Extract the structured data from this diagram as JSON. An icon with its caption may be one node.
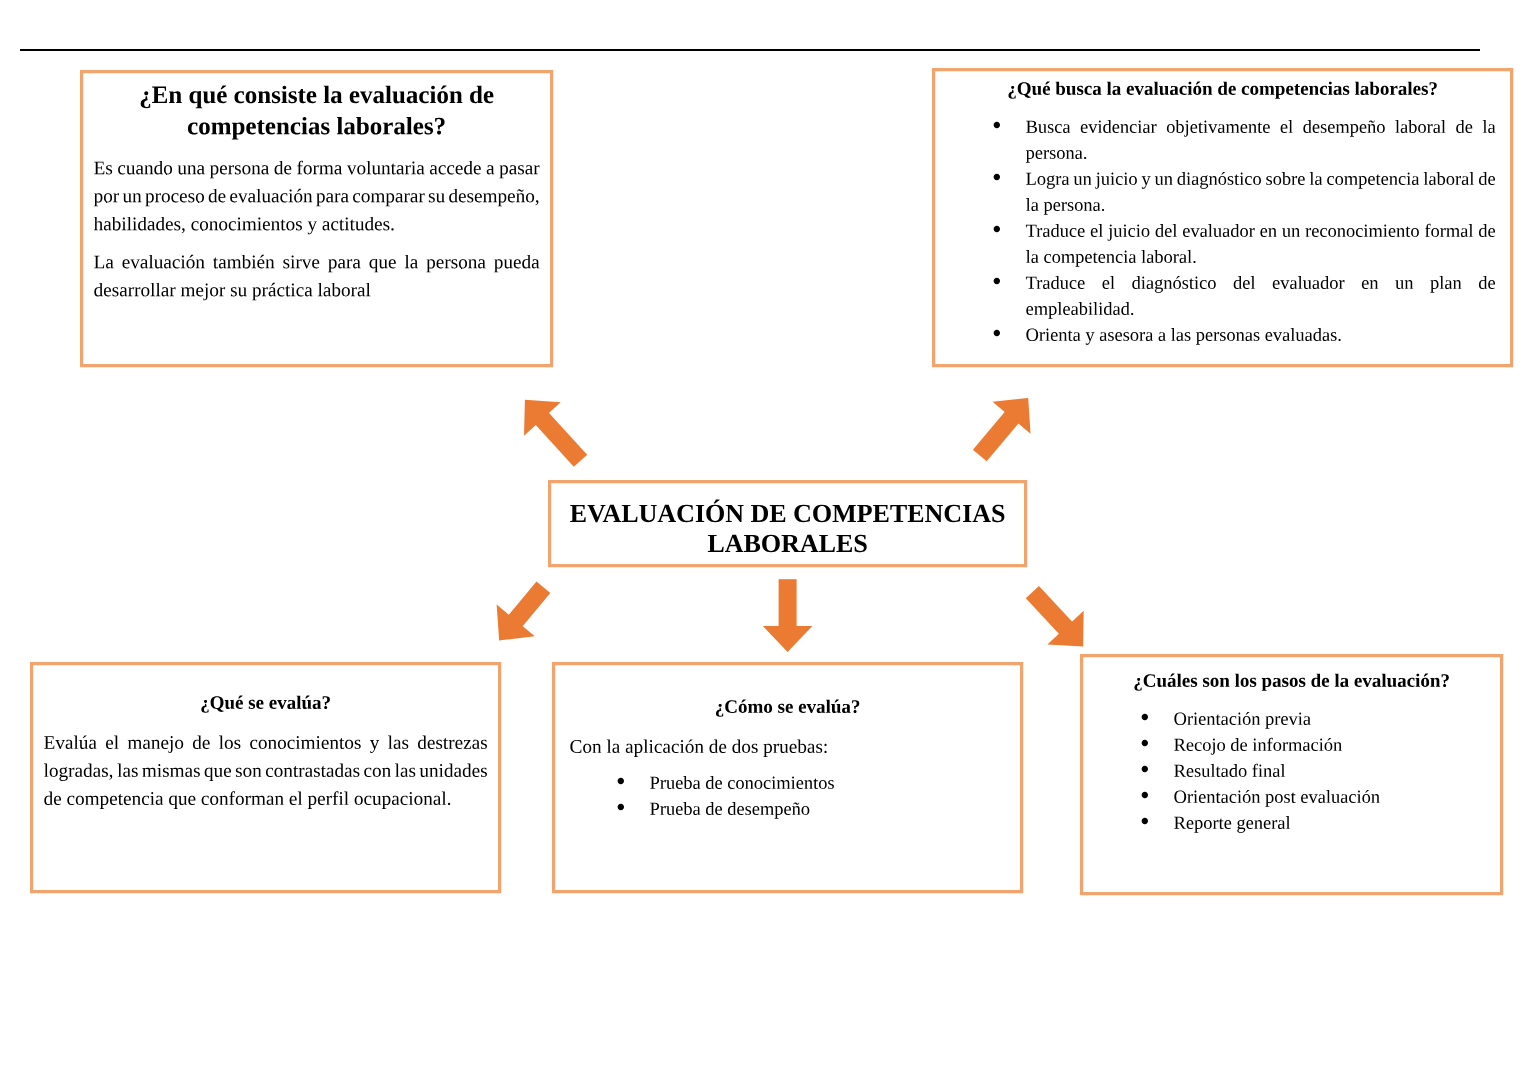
{
  "diagram": {
    "nodes": [
      {
        "text": [
          "EVALUACIÓN DE COMPETENCIAS LABORALES"
        ]
      },
      {
        "text": [
          "¿En qué consiste la evaluación de competencias laborales?",
          "Es cuando una persona de forma voluntaria accede a pasar por un proceso de evaluación para comparar su desempeño, habilidades, conocimientos y actitudes.",
          "La evaluación también sirve para que la persona pueda desarrollar mejor su práctica laboral"
        ]
      },
      {
        "text": [
          "¿Qué busca la evaluación de competencias laborales?",
          "Busca evidenciar objetivamente el desempeño laboral de la persona.",
          "Logra un juicio y un diagnóstico sobre la competencia laboral de la persona.",
          "Traduce el juicio del evaluador en un reconocimiento formal de la competencia laboral.",
          "Traduce el diagnóstico del evaluador en un plan de empleabilidad.",
          "Orienta y asesora a las personas evaluadas."
        ]
      },
      {
        "text": [
          "¿Qué se evalúa?",
          "Evalúa el manejo de los conocimientos y las destrezas logradas, las mismas que son contrastadas con las unidades de competencia que conforman el perfil ocupacional."
        ]
      },
      {
        "text": [
          "¿Cómo se evalúa?",
          "Con la aplicación de dos pruebas:",
          "Prueba de conocimientos",
          "Prueba de desempeño"
        ]
      },
      {
        "text": [
          "¿Cuáles son los pasos de la evaluación?",
          "Orientación previa",
          "Recojo de información",
          "Resultado final",
          "Orientación post evaluación",
          "Reporte general"
        ]
      }
    ],
    "edges": [
      {
        "from": 0,
        "to": 1,
        "arrow": "to"
      },
      {
        "from": 0,
        "to": 2,
        "arrow": "to"
      },
      {
        "from": 0,
        "to": 3,
        "arrow": "to"
      },
      {
        "from": 0,
        "to": 4,
        "arrow": "to"
      },
      {
        "from": 0,
        "to": 5,
        "arrow": "to"
      }
    ]
  }
}
